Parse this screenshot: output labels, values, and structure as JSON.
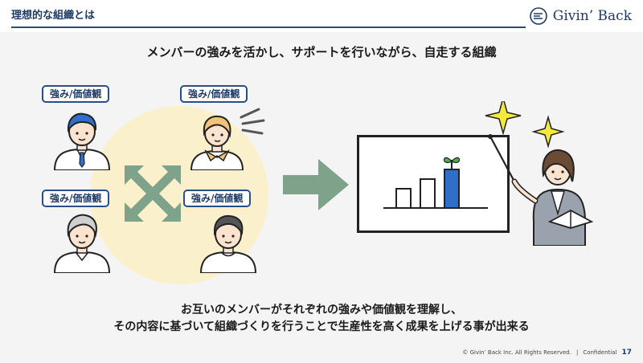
{
  "header": {
    "title": "理想的な組織とは",
    "logo_text": "Givin’ Back"
  },
  "headline": "メンバーの強みを活かし、サポートを行いながら、自走する組織",
  "tags": {
    "top_left": "強み/価値観",
    "top_right": "強み/価値観",
    "bottom_left": "強み/価値観",
    "bottom_right": "強み/価値観"
  },
  "bottom_text": {
    "line1": "お互いのメンバーがそれぞれの強みや価値観を理解し、",
    "line2": "その内容に基づいて組織づくりを行うことで生産性を高く成果を上げる事が出来る"
  },
  "footer": {
    "copyright": "© Givin’ Back Inc. All Rights Reserved.",
    "separator": "|",
    "confidential": "Confidential",
    "page_number": "17"
  },
  "colors": {
    "brand": "#1f3b63",
    "tag_border": "#2a4e86",
    "arrow_green": "#7fa38a",
    "circle_fill": "#fbf0cc",
    "bar_blue": "#2f6ec9",
    "star_yellow": "#f3ea3c"
  }
}
